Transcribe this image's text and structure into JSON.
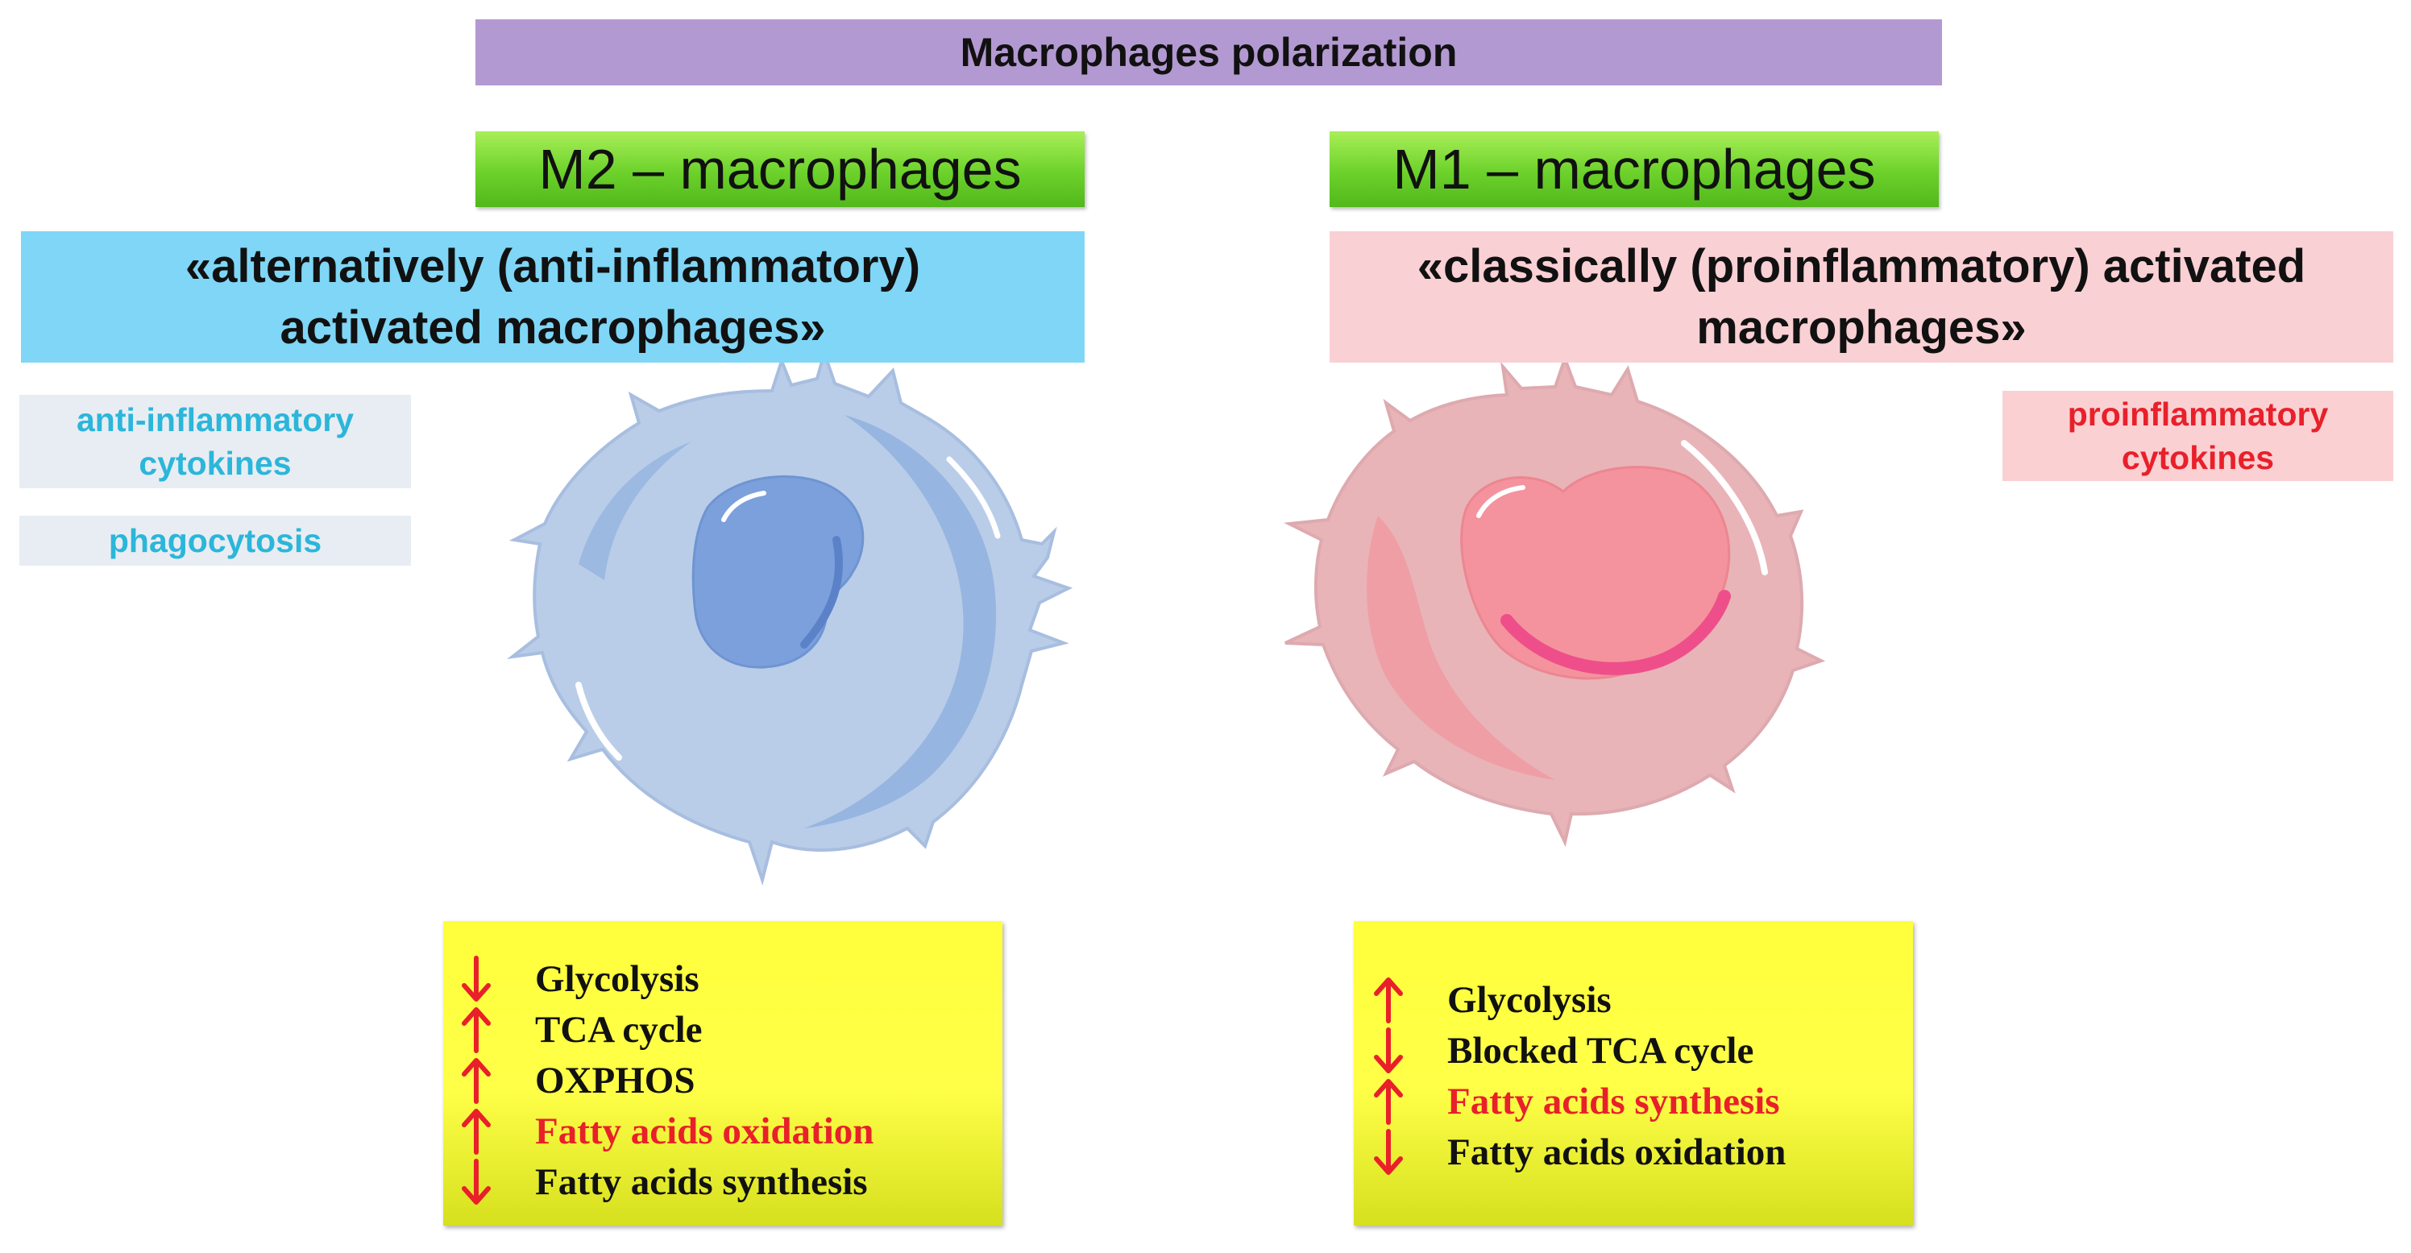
{
  "title": "Macrophages polarization",
  "colors": {
    "title_bg": "#b399d1",
    "green_header": "#6cd12a",
    "m2_activation_bg": "#7fd6f6",
    "m1_activation_bg": "#f9d0d4",
    "m2_tag_text": "#2bb6da",
    "m1_tag_text": "#e8202a",
    "metabolism_bg": "#ffff3c",
    "arrow": "#e8202a",
    "m2_cell": "#b9cde8",
    "m1_cell": "#e8b4b8"
  },
  "m2": {
    "header": "M2 – macrophages",
    "activation_line1": "«alternatively (anti-inflammatory)",
    "activation_line2": "activated macrophages»",
    "tags": {
      "cytokines_line1": "anti-inflammatory",
      "cytokines_line2": "cytokines",
      "phagocytosis": "phagocytosis"
    },
    "metabolism": [
      {
        "direction": "down",
        "label": "Glycolysis",
        "highlight": false
      },
      {
        "direction": "up",
        "label": "TCA cycle",
        "highlight": false
      },
      {
        "direction": "up",
        "label": "OXPHOS",
        "highlight": false
      },
      {
        "direction": "up",
        "label": "Fatty acids oxidation",
        "highlight": true
      },
      {
        "direction": "down",
        "label": "Fatty acids synthesis",
        "highlight": false
      }
    ]
  },
  "m1": {
    "header": "M1 – macrophages",
    "activation_line1": "«classically (proinflammatory) activated",
    "activation_line2": "macrophages»",
    "tags": {
      "cytokines_line1": "proinflammatory",
      "cytokines_line2": "cytokines"
    },
    "metabolism": [
      {
        "direction": "up",
        "label": "Glycolysis",
        "highlight": false
      },
      {
        "direction": "down",
        "label": "Blocked TCA cycle",
        "highlight": false
      },
      {
        "direction": "up",
        "label": "Fatty acids synthesis",
        "highlight": true
      },
      {
        "direction": "down",
        "label": "Fatty acids oxidation",
        "highlight": false
      }
    ]
  }
}
